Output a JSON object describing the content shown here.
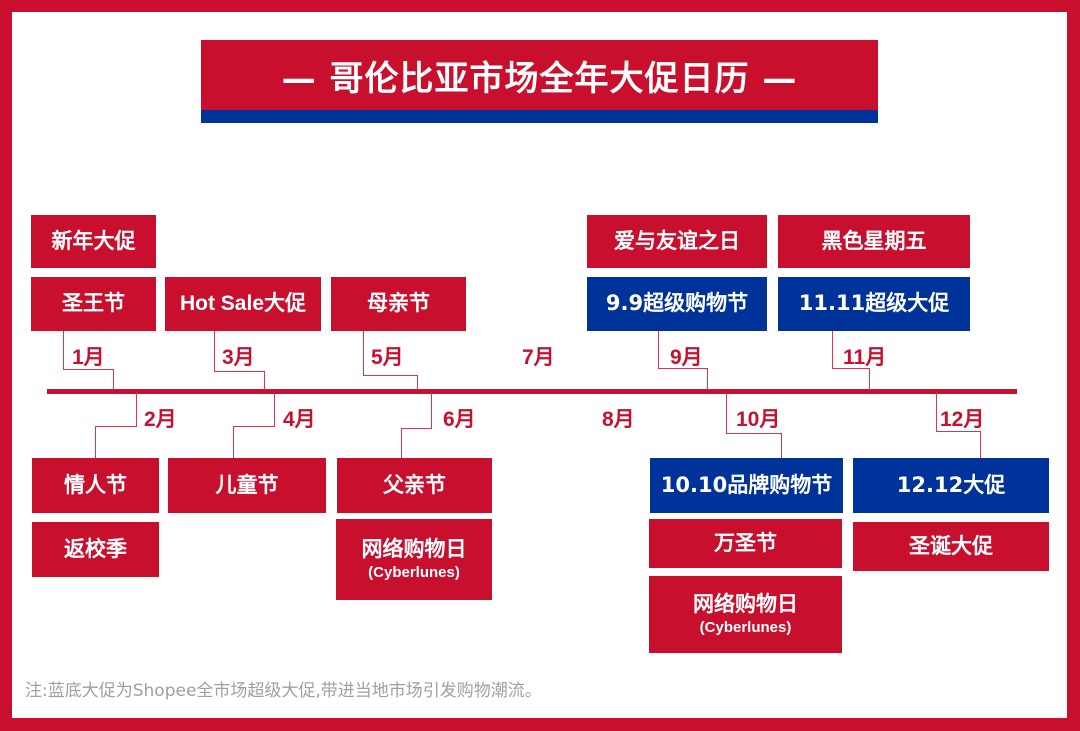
{
  "title": "— 哥伦比亚市场全年大促日历 —",
  "colors": {
    "brand_red": "#c8102e",
    "brand_blue": "#003399",
    "note_gray": "#a0a0a0"
  },
  "months": {
    "m1": "1月",
    "m2": "2月",
    "m3": "3月",
    "m4": "4月",
    "m5": "5月",
    "m6": "6月",
    "m7": "7月",
    "m8": "8月",
    "m9": "9月",
    "m10": "10月",
    "m11": "11月",
    "m12": "12月"
  },
  "events": {
    "jan": [
      {
        "label": "新年大促",
        "type": "red"
      },
      {
        "label": "圣王节",
        "type": "red"
      }
    ],
    "feb": [
      {
        "label": "情人节",
        "type": "red"
      },
      {
        "label": "返校季",
        "type": "red"
      }
    ],
    "mar": [
      {
        "label": "Hot Sale大促",
        "type": "red"
      }
    ],
    "apr": [
      {
        "label": "儿童节",
        "type": "red"
      }
    ],
    "may": [
      {
        "label": "母亲节",
        "type": "red"
      }
    ],
    "jun": [
      {
        "label": "父亲节",
        "type": "red"
      },
      {
        "label": "网络购物日",
        "sub": "(Cyberlunes)",
        "type": "red"
      }
    ],
    "sep": [
      {
        "label": "爱与友谊之日",
        "type": "red"
      },
      {
        "label": "9.9超级购物节",
        "type": "blue"
      }
    ],
    "oct": [
      {
        "label": "10.10品牌购物节",
        "type": "blue"
      },
      {
        "label": "万圣节",
        "type": "red"
      },
      {
        "label": "网络购物日",
        "sub": "(Cyberlunes)",
        "type": "red"
      }
    ],
    "nov": [
      {
        "label": "黑色星期五",
        "type": "red"
      },
      {
        "label": "11.11超级大促",
        "type": "blue"
      }
    ],
    "dec": [
      {
        "label": "12.12大促",
        "type": "blue"
      },
      {
        "label": "圣诞大促",
        "type": "red"
      }
    ]
  },
  "note": "注:蓝底大促为Shopee全市场超级大促,带进当地市场引发购物潮流。"
}
